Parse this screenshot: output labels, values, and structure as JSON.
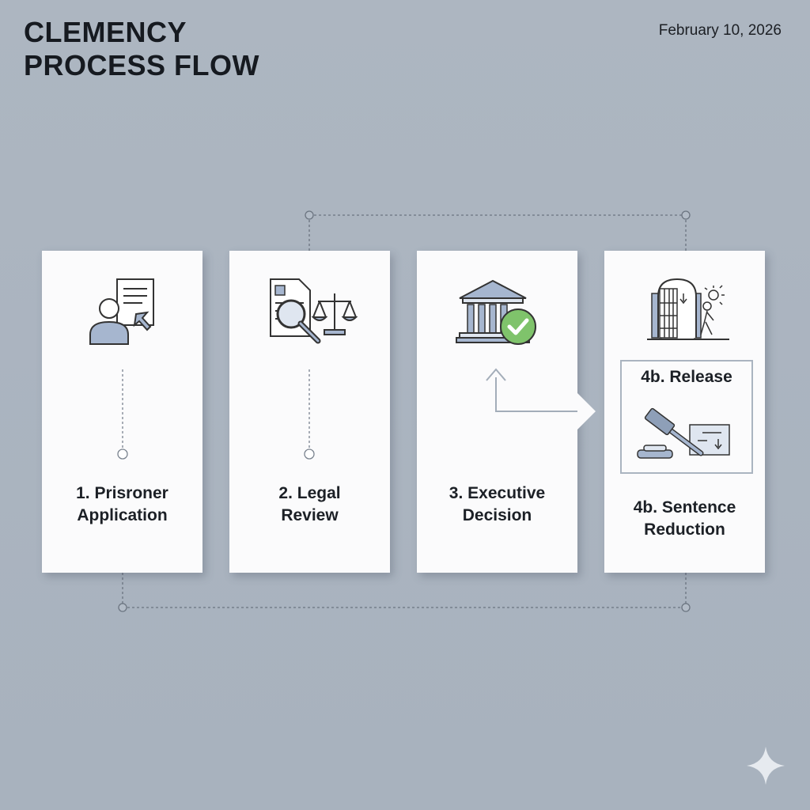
{
  "header": {
    "title_line1": "CLEMENCY",
    "title_line2": "PROCESS FLOW",
    "date": "February 10, 2026"
  },
  "steps": [
    {
      "label_line1": "1. Prisroner",
      "label_line2": "Application",
      "icon": "person-document-icon"
    },
    {
      "label_line1": "2. Legal",
      "label_line2": "Review",
      "icon": "magnifier-scales-icon"
    },
    {
      "label_line1": "3. Executive",
      "label_line2": "Decision",
      "icon": "government-building-check-icon"
    },
    {
      "label_line1": "4b. Sentence",
      "label_line2": "Reduction",
      "icon": "prison-gate-release-icon",
      "sub_label": "4b. Release",
      "sub_icon": "gavel-document-icon"
    }
  ],
  "colors": {
    "background": "#abb4bf",
    "card": "#fbfbfc",
    "accent_blue": "#9fb0c8",
    "check_green": "#7fc36b",
    "connector": "#6b7480"
  }
}
